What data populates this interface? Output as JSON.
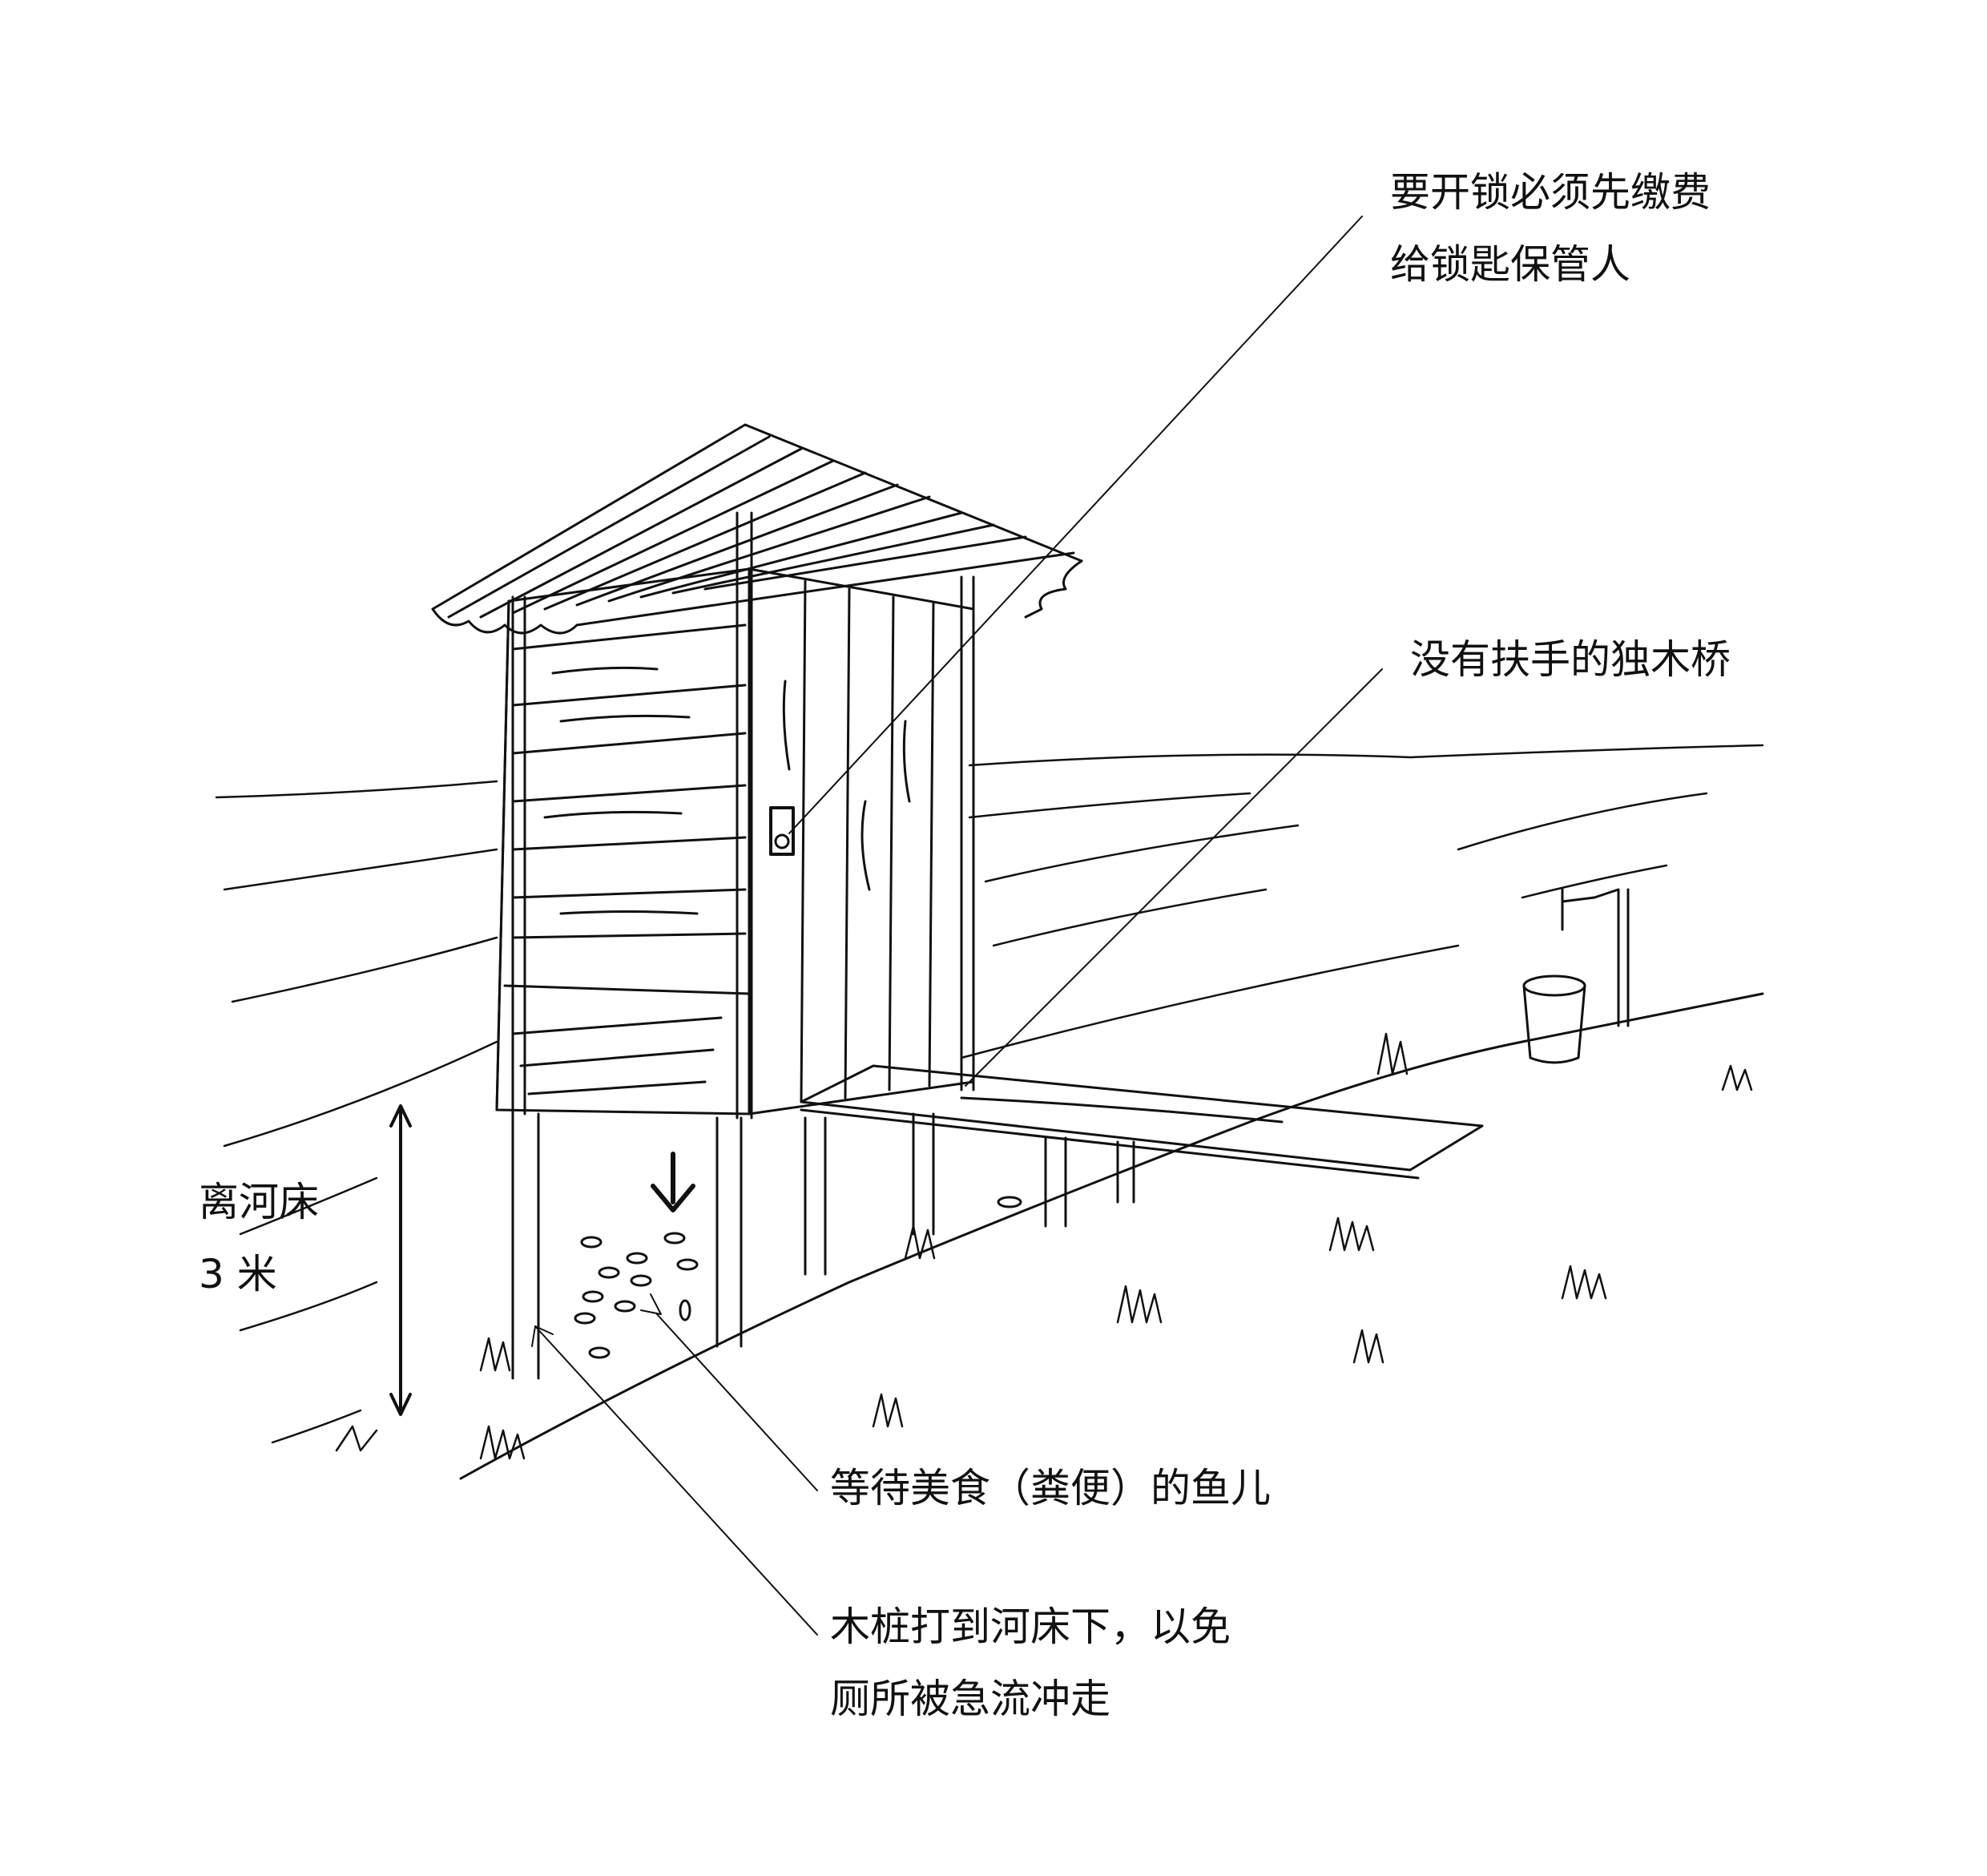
{
  "labels": {
    "lock": [
      "要开锁必须先缴费",
      "给锁匙保管人"
    ],
    "bridge": "没有扶手的独木桥",
    "height": [
      "离河床",
      "3 米"
    ],
    "fish": "等待美食（粪便）的鱼儿",
    "piles": [
      "木桩打到河床下，以免",
      "厕所被急流冲走"
    ]
  },
  "colors": {
    "ink": "#111111",
    "paper": "#ffffff"
  }
}
